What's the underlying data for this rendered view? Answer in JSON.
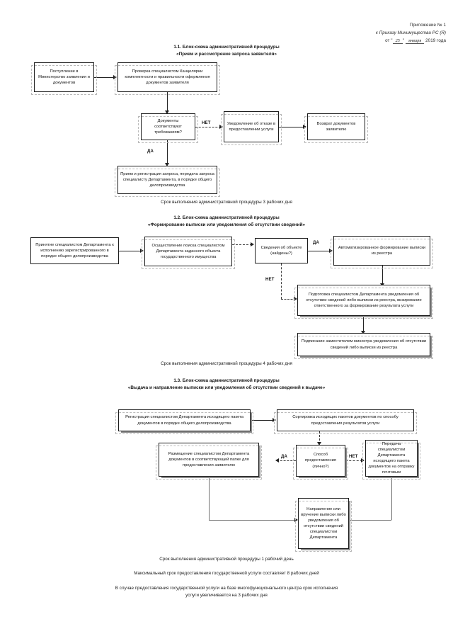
{
  "header": {
    "appendix": "Приложение № 1",
    "order_line": "к Приказу Минимущества РС (Я)",
    "date_prefix": "от \"",
    "date_day": "25",
    "date_mid": "\"",
    "date_month": "января",
    "date_year": "2019 года"
  },
  "sections": [
    {
      "id": "1.1",
      "title_line1": "1.1. Блок-схема административной процедуры",
      "title_line2": "«Прием и рассмотрение запроса заявителя»",
      "term": "Срок выполнения административной процедуры 3 рабочих дня",
      "nodes": {
        "start": "Поступление в Министерство заявления и документов",
        "check": "Проверка специалистом Канцелярии комплектности и правильности оформления документов заявителя",
        "decision": "Документы соответствуют требованиям?",
        "refusal": "Уведомление об отказе в предоставлении услуги",
        "return": "Возврат документов заявителю",
        "accept": "Прием и регистрация запроса, передача запроса специалисту Департамента, в порядке общего делопроизводства"
      },
      "labels": {
        "no": "НЕТ",
        "yes": "ДА"
      }
    },
    {
      "id": "1.2",
      "title_line1": "1.2. Блок-схема административной процедуры",
      "title_line2": "«Формирование выписки или уведомления об отсутствии сведений»",
      "term": "Срок выполнения административной процедуры 4 рабочих дня",
      "nodes": {
        "start": "Принятие специалистом Департамента к исполнению зарегистрированного в порядке общего делопроизводства",
        "search": "Осуществление поиска специалистом Департамента заданного объекта государственного имущества",
        "decision": "Сведения об объекте (найдены?)",
        "auto": "Автоматизированное формирование выписки из реестра",
        "prepare": "Подготовка специалистом Департамента уведомления об отсутствии сведений либо выписки из реестра, визирование ответственного за формирование результата услуги",
        "sign": "Подписание заместителем министра уведомления об отсутствии сведений либо выписки из реестра"
      },
      "labels": {
        "yes": "ДА",
        "no": "НЕТ"
      }
    },
    {
      "id": "1.3",
      "title_line1": "1.3. Блок-схема административной процедуры",
      "title_line2": "«Выдача и направление выписки или уведомления об отсутствии сведений к выдаче»",
      "term": "Срок выполнения административной процедуры 1 рабочий день",
      "nodes": {
        "register": "Регистрация специалистом Департамента исходящего пакета документов в порядке общего делопроизводства",
        "sort": "Сортировка исходящих пакетов документов по способу предоставления результатов услуги",
        "decision": "Способ предоставления (лично?)",
        "place": "Размещение специалистом Департамента  документов в соответствующей папке для предоставления заявителю",
        "mail": "Передача специалистом Департамента исходящего пакета документов на отправку почтовым",
        "deliver": "Направление или вручение выписки либо уведомления об отсутствии сведений специалистом Департамента"
      },
      "labels": {
        "yes": "ДА",
        "no": "НЕТ"
      }
    }
  ],
  "footer": {
    "max_term": "Максимальный срок предоставления государственной услуги составляет 8 рабочих дней",
    "mfc_note_line1": "В случае предоставления государственной услуги на базе многофункционального центра срок исполнения",
    "mfc_note_line2": "услуги увеличивается на 3 рабочих дня"
  }
}
